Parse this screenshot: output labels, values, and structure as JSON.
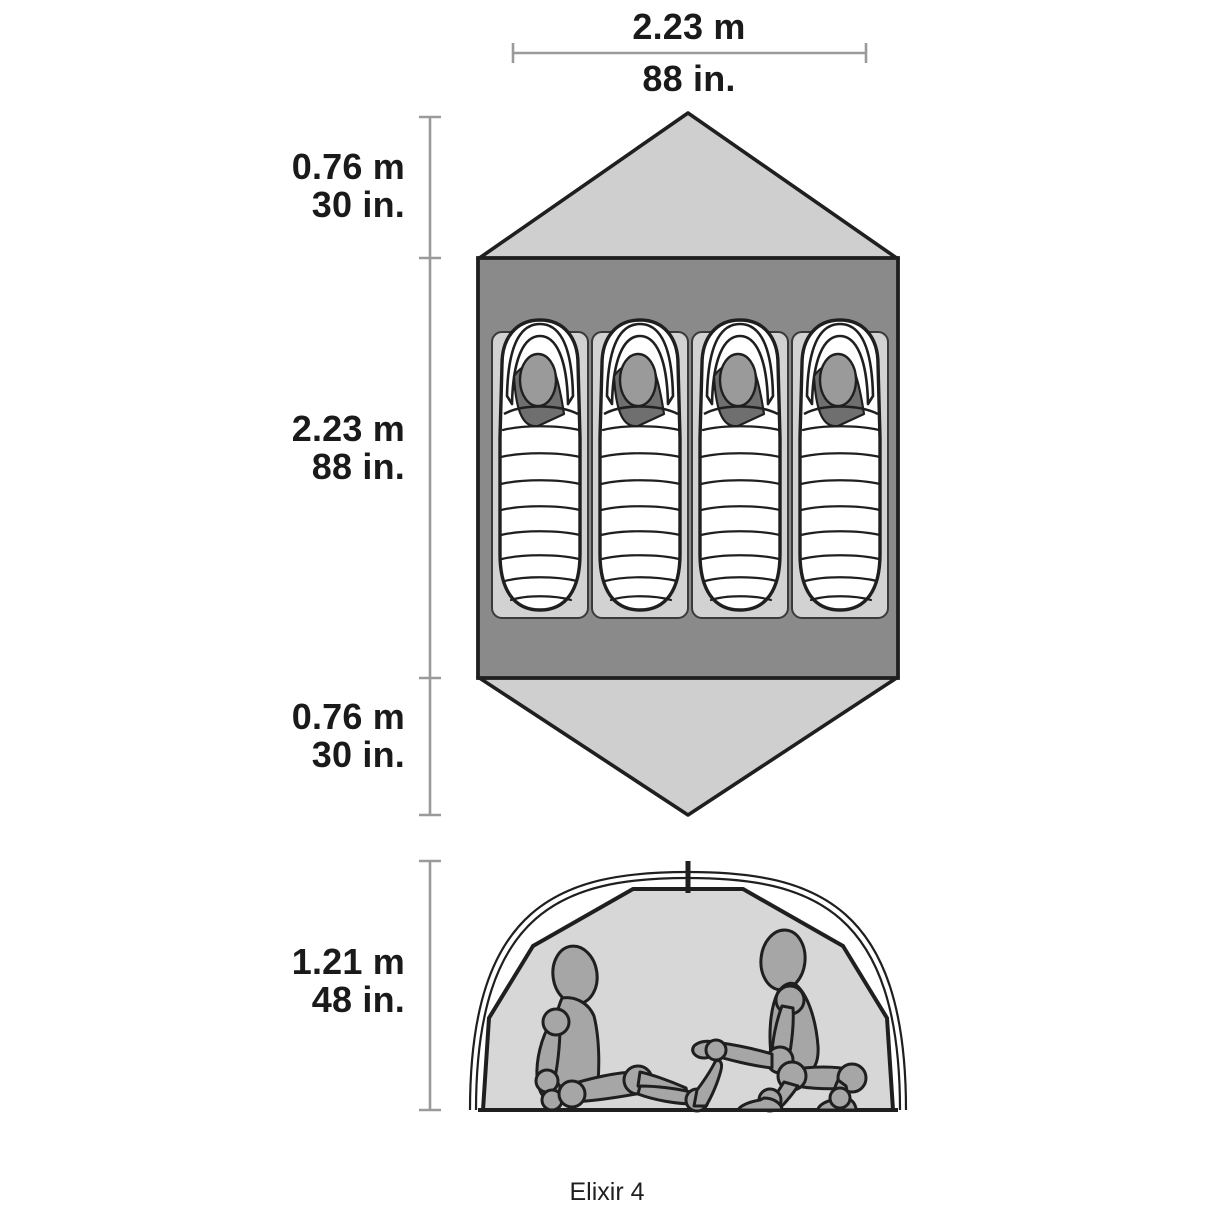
{
  "product": {
    "caption": "Elixir 4"
  },
  "dimensions": {
    "width_top": {
      "metric": "2.23 m",
      "imperial": "88 in.",
      "orientation": "horizontal",
      "label": "overall-width"
    },
    "vestibule_top": {
      "metric": "0.76 m",
      "imperial": "30 in.",
      "orientation": "vertical",
      "label": "front-vestibule-depth"
    },
    "floor_length": {
      "metric": "2.23 m",
      "imperial": "88 in.",
      "orientation": "vertical",
      "label": "floor-length"
    },
    "vestibule_bottom": {
      "metric": "0.76 m",
      "imperial": "30 in.",
      "orientation": "vertical",
      "label": "rear-vestibule-depth"
    },
    "peak_height": {
      "metric": "1.21 m",
      "imperial": "48 in.",
      "orientation": "vertical",
      "label": "peak-height"
    }
  },
  "views": {
    "floorplan": {
      "name": "floor-plan-top-view",
      "occupants": 4,
      "occupant_item": "sleeping-bag"
    },
    "elevation": {
      "name": "front-elevation-view",
      "occupants": 2,
      "occupant_item": "seated-figure"
    }
  },
  "colors": {
    "ink": "#1a1a1a",
    "floor": "#8a8a8a",
    "vestibule": "#cfcfcf",
    "pad": "#d2d2d2",
    "bag": "#ffffff",
    "face": "#9a9a9a",
    "shadow": "#6f6f6f",
    "body": "#d7d7d7",
    "figure": "#a6a6a6",
    "dimline": "#9a9a9a"
  }
}
